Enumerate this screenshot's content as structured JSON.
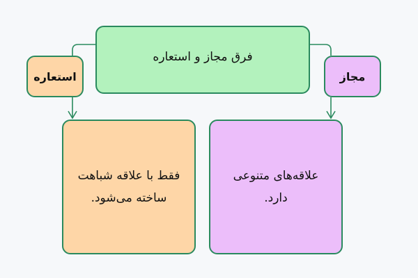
{
  "diagram": {
    "root": {
      "label": "فرق مجاز و استعاره",
      "color": "#b3f2bd"
    },
    "branches": [
      {
        "label": "استعاره",
        "color": "#fed6a7",
        "description": "فقط با علاقه شباهت ساخته می‌شود."
      },
      {
        "label": "مجاز",
        "color": "#ecbefa",
        "description": "علاقه‌های متنوعی دارد."
      }
    ],
    "edge_color": "#2a8a5e"
  }
}
